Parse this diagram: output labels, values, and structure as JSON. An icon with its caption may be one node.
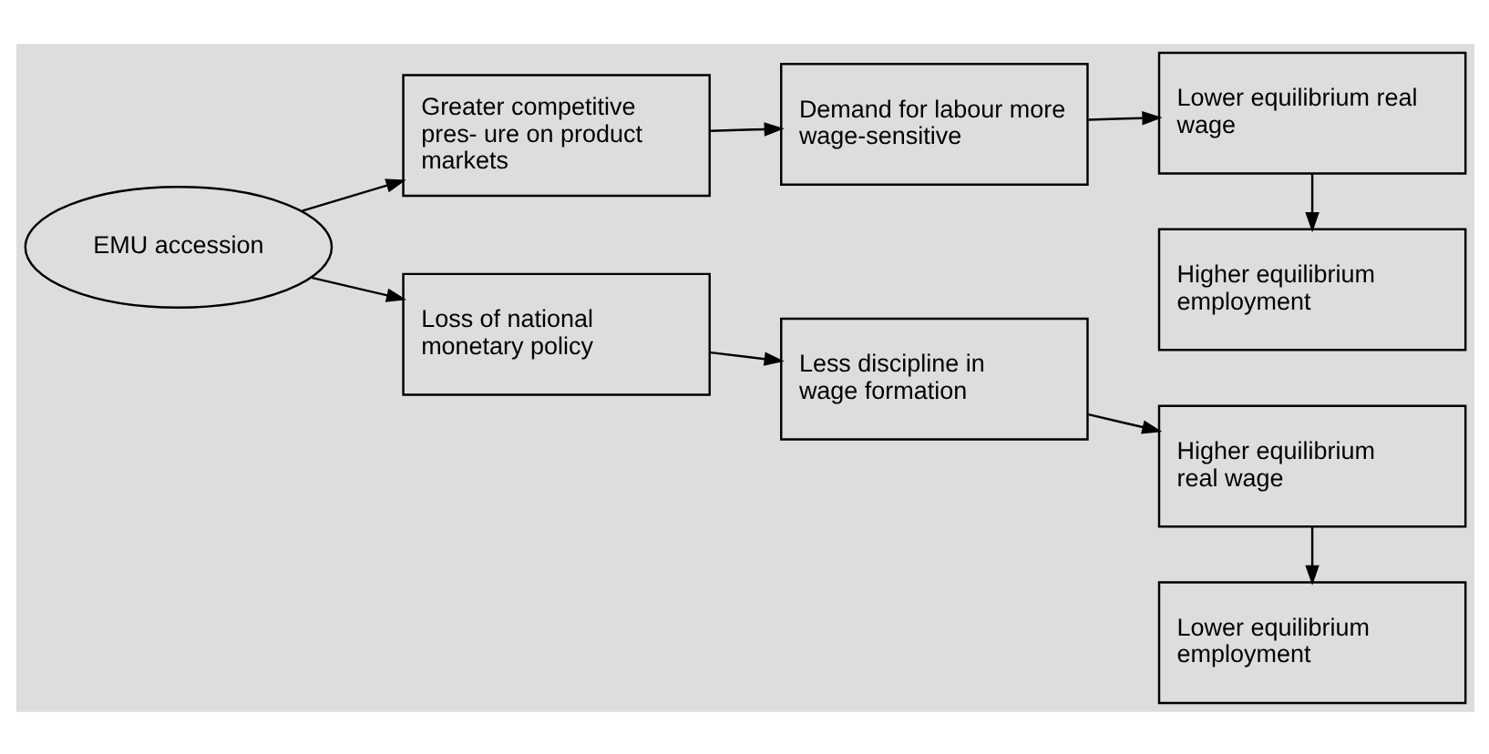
{
  "diagram": {
    "nodes": [
      {
        "text": [
          "EMU accession"
        ]
      },
      {
        "text": [
          "Greater competitive pres- ure on product markets"
        ]
      },
      {
        "text": [
          "Demand for labour more wage-sensitive"
        ]
      },
      {
        "text": [
          "Lower equilibrium real wage"
        ]
      },
      {
        "text": [
          "Higher equilibrium employment"
        ]
      },
      {
        "text": [
          "Loss of national monetary policy"
        ]
      },
      {
        "text": [
          "Less discipline in wage formation"
        ]
      },
      {
        "text": [
          "Higher equilibrium real wage"
        ]
      },
      {
        "text": [
          "Lower equilibrium employment"
        ]
      }
    ],
    "edges": [
      {
        "from": 0,
        "to": 1,
        "arrow": "to"
      },
      {
        "from": 1,
        "to": 2,
        "arrow": "to"
      },
      {
        "from": 2,
        "to": 3,
        "arrow": "to"
      },
      {
        "from": 3,
        "to": 4,
        "arrow": "to"
      },
      {
        "from": 0,
        "to": 5,
        "arrow": "to"
      },
      {
        "from": 5,
        "to": 6,
        "arrow": "to"
      },
      {
        "from": 6,
        "to": 7,
        "arrow": "to"
      },
      {
        "from": 7,
        "to": 8,
        "arrow": "to"
      }
    ]
  }
}
